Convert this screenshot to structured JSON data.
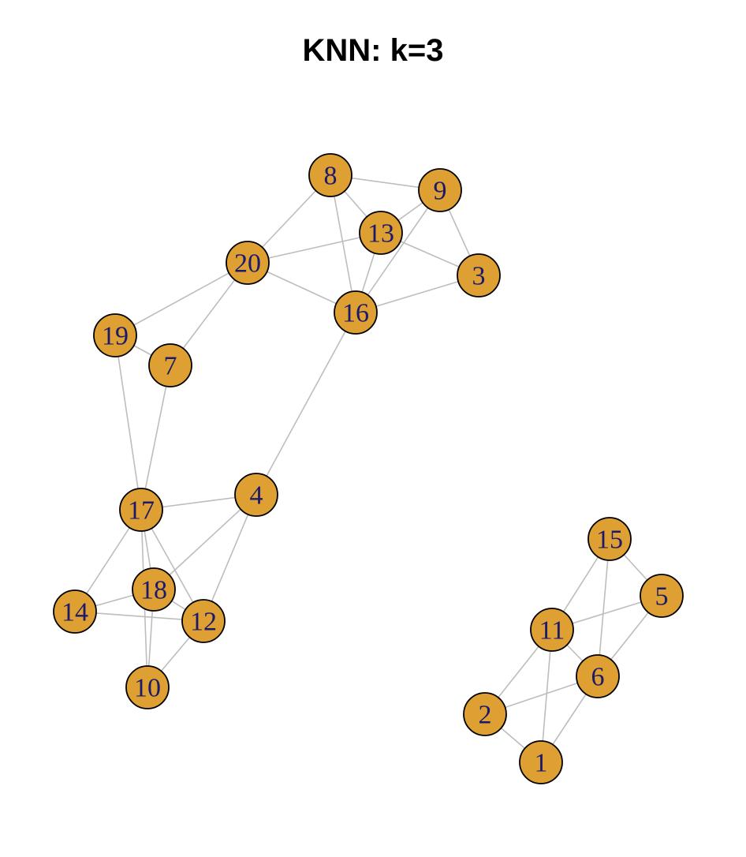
{
  "title": "KNN: k=3",
  "colors": {
    "node_fill": "#dea032",
    "node_label": "#1d1a6b",
    "edge": "#bdbdbd"
  },
  "nodes": [
    {
      "id": "1",
      "label": "1"
    },
    {
      "id": "2",
      "label": "2"
    },
    {
      "id": "3",
      "label": "3"
    },
    {
      "id": "4",
      "label": "4"
    },
    {
      "id": "5",
      "label": "5"
    },
    {
      "id": "6",
      "label": "6"
    },
    {
      "id": "7",
      "label": "7"
    },
    {
      "id": "8",
      "label": "8"
    },
    {
      "id": "9",
      "label": "9"
    },
    {
      "id": "10",
      "label": "10"
    },
    {
      "id": "11",
      "label": "11"
    },
    {
      "id": "12",
      "label": "12"
    },
    {
      "id": "13",
      "label": "13"
    },
    {
      "id": "14",
      "label": "14"
    },
    {
      "id": "15",
      "label": "15"
    },
    {
      "id": "16",
      "label": "16"
    },
    {
      "id": "17",
      "label": "17"
    },
    {
      "id": "18",
      "label": "18"
    },
    {
      "id": "19",
      "label": "19"
    },
    {
      "id": "20",
      "label": "20"
    }
  ],
  "edges": [
    [
      "8",
      "9"
    ],
    [
      "8",
      "13"
    ],
    [
      "8",
      "20"
    ],
    [
      "8",
      "16"
    ],
    [
      "9",
      "13"
    ],
    [
      "9",
      "3"
    ],
    [
      "9",
      "16"
    ],
    [
      "13",
      "20"
    ],
    [
      "13",
      "3"
    ],
    [
      "13",
      "16"
    ],
    [
      "3",
      "16"
    ],
    [
      "20",
      "16"
    ],
    [
      "20",
      "19"
    ],
    [
      "20",
      "7"
    ],
    [
      "19",
      "7"
    ],
    [
      "19",
      "17"
    ],
    [
      "7",
      "17"
    ],
    [
      "16",
      "4"
    ],
    [
      "17",
      "4"
    ],
    [
      "17",
      "14"
    ],
    [
      "17",
      "18"
    ],
    [
      "17",
      "10"
    ],
    [
      "17",
      "12"
    ],
    [
      "4",
      "18"
    ],
    [
      "4",
      "12"
    ],
    [
      "18",
      "14"
    ],
    [
      "18",
      "12"
    ],
    [
      "18",
      "10"
    ],
    [
      "14",
      "12"
    ],
    [
      "12",
      "10"
    ],
    [
      "15",
      "11"
    ],
    [
      "15",
      "5"
    ],
    [
      "15",
      "6"
    ],
    [
      "5",
      "11"
    ],
    [
      "5",
      "6"
    ],
    [
      "11",
      "6"
    ],
    [
      "11",
      "2"
    ],
    [
      "11",
      "1"
    ],
    [
      "6",
      "2"
    ],
    [
      "6",
      "1"
    ],
    [
      "2",
      "1"
    ]
  ]
}
